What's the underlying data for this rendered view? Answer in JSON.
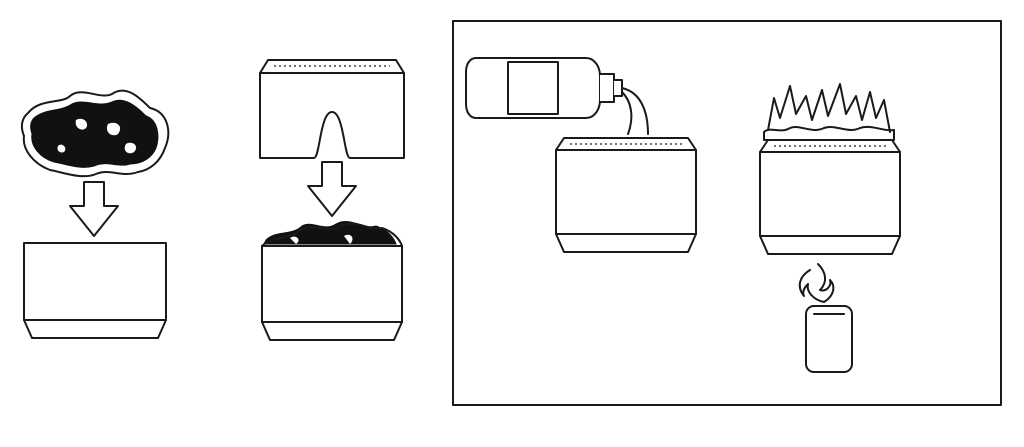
{
  "diagram": {
    "panels": [
      {
        "name": "step-1-place-charcoal"
      },
      {
        "name": "step-2-cover-with-lid"
      },
      {
        "name": "step-3-ignite-boxed"
      }
    ],
    "icons": [
      "charcoal-icon",
      "down-arrow-icon",
      "container-icon",
      "lid-icon",
      "bottle-icon",
      "flame-icon",
      "mouse-icon"
    ],
    "colors": {
      "ink": "#1a1a1a",
      "background": "#ffffff",
      "fill": "#111111"
    }
  }
}
